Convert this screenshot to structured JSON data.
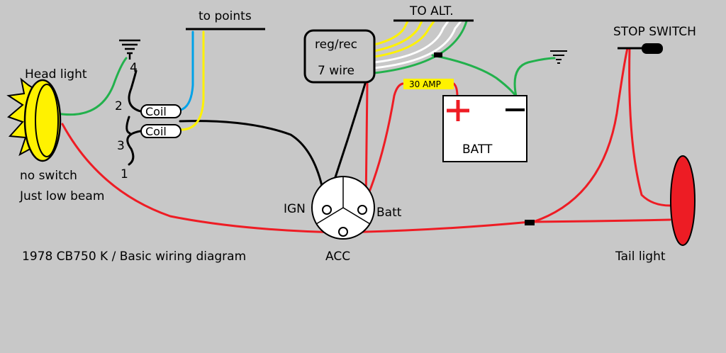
{
  "diagram": {
    "title": "1978 CB750 K / Basic wiring diagram",
    "labels": {
      "to_points": "to points",
      "to_alt": "TO ALT.",
      "regrec_line1": "reg/rec",
      "regrec_line2": "7 wire",
      "fuse": "30 AMP",
      "batt": "BATT",
      "stop_switch": "STOP SWITCH",
      "headlight": "Head light",
      "no_switch": "no switch",
      "low_beam": "Just low beam",
      "coil_top": "Coil",
      "coil_bottom": "Coil",
      "ign": "IGN",
      "batt_term": "Batt",
      "acc": "ACC",
      "tail_light": "Tail light",
      "n4": "4",
      "n2": "2",
      "n3": "3",
      "n1": "1"
    },
    "colors": {
      "background": "#c8c8c8",
      "red_wire": "#ee1c24",
      "black_wire": "#000000",
      "green_wire": "#22b14c",
      "blue_wire": "#00a2e8",
      "yellow_wire": "#fff200",
      "white_wire": "#ffffff",
      "headlight_fill": "#fff200",
      "taillight_fill": "#ed1c24"
    }
  }
}
